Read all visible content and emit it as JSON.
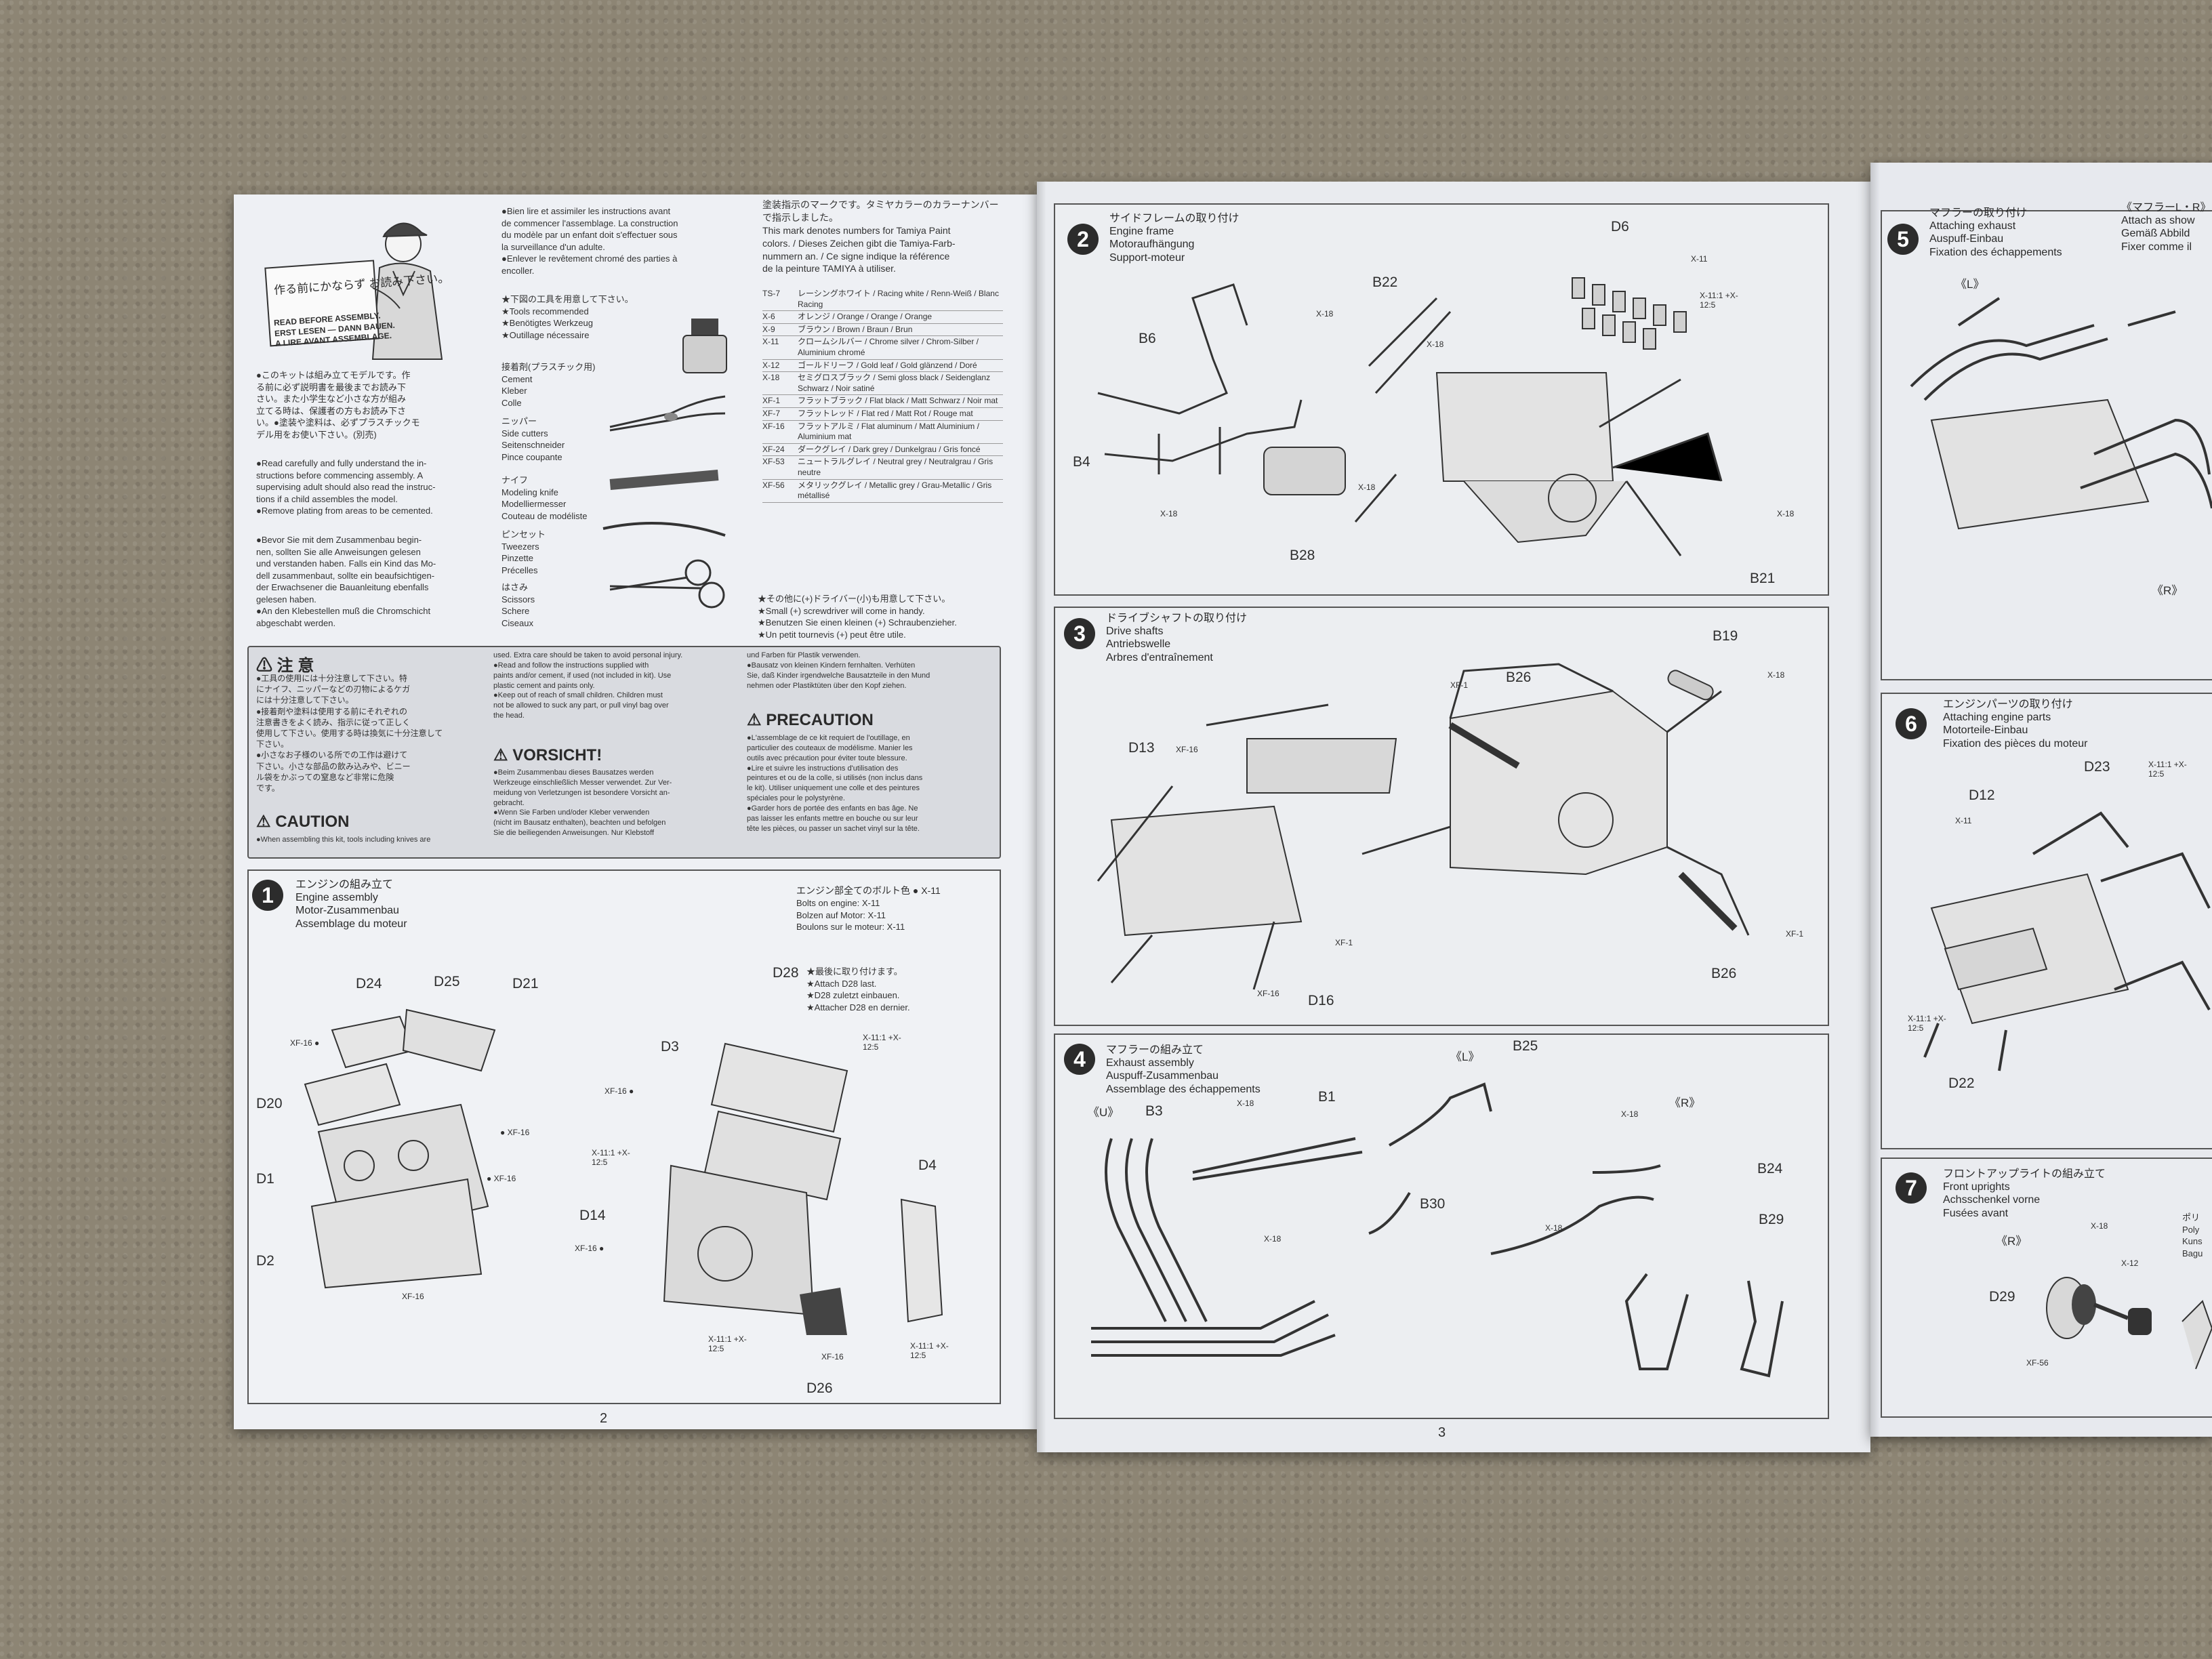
{
  "page2": {
    "number": "2",
    "intro": {
      "sign_jp": "作る前にかならず お読み下さい。",
      "sign_lines": [
        "READ BEFORE ASSEMBLY.",
        "ERST LESEN — DANN BAUEN.",
        "A LIRE AVANT ASSEMBLAGE."
      ],
      "jp_text": [
        "●このキットは組み立てモデルです。作",
        "る前に必ず説明書を最後までお読み下",
        "さい。また小学生など小さな方が組み",
        "立てる時は、保護者の方もお読み下さ",
        "い。●塗装や塗料は、必ずプラスチックモ",
        "デル用をお使い下さい。(別売)"
      ],
      "en_text": [
        "●Read carefully and fully understand the in-",
        "structions before commencing assembly. A",
        "supervising adult should also read the instruc-",
        "tions if a child assembles the model.",
        "●Remove plating from areas to be cemented."
      ],
      "de_text": [
        "●Bevor Sie mit dem Zusammenbau begin-",
        "nen, sollten Sie alle Anweisungen gelesen",
        "und verstanden haben. Falls ein Kind das Mo-",
        "dell zusammenbaut, sollte ein beaufsichtigen-",
        "der Erwachsener die Bauanleitung ebenfalls",
        "gelesen haben.",
        "●An den Klebestellen muß die Chromschicht",
        "abgeschabt werden."
      ],
      "fr_text": [
        "●Bien lire et assimiler les instructions avant",
        "de commencer l'assemblage. La construction",
        "du modèle par un enfant doit s'effectuer sous",
        "la surveillance d'un adulte.",
        "●Enlever le revêtement chromé des parties à",
        "encoller."
      ]
    },
    "tools": {
      "header_jp": "★下図の工具を用意して下さい。",
      "header": [
        "★Tools recommended",
        "★Benötigtes Werkzeug",
        "★Outillage nécessaire"
      ],
      "items": [
        {
          "jp": "接着剤(プラスチック用)",
          "names": [
            "Cement",
            "Kleber",
            "Colle"
          ]
        },
        {
          "jp": "ニッパー",
          "names": [
            "Side cutters",
            "Seitenschneider",
            "Pince coupante"
          ]
        },
        {
          "jp": "ナイフ",
          "names": [
            "Modeling knife",
            "Modelliermesser",
            "Couteau de modéliste"
          ]
        },
        {
          "jp": "ピンセット",
          "names": [
            "Tweezers",
            "Pinzette",
            "Précelles"
          ]
        },
        {
          "jp": "はさみ",
          "names": [
            "Scissors",
            "Schere",
            "Ciseaux"
          ]
        }
      ],
      "footnote": [
        "★その他に(+)ドライバー(小)も用意して下さい。",
        "★Small (+) screwdriver will come in handy.",
        "★Benutzen Sie einen kleinen (+) Schraubenzieher.",
        "★Un petit tournevis (+) peut être utile."
      ]
    },
    "paint": {
      "header_jp": "塗装指示のマークです。タミヤカラーのカラーナンバーで指示しました。",
      "header": [
        "This mark denotes numbers for Tamiya Paint",
        "colors. / Dieses Zeichen gibt die Tamiya-Farb-",
        "nummern an. / Ce signe indique la référence",
        "de la peinture TAMIYA à utiliser."
      ],
      "rows": [
        {
          "code": "TS-7",
          "name": "レーシングホワイト / Racing white / Renn-Weiß / Blanc Racing"
        },
        {
          "code": "X-6",
          "name": "オレンジ / Orange / Orange / Orange"
        },
        {
          "code": "X-9",
          "name": "ブラウン / Brown / Braun / Brun"
        },
        {
          "code": "X-11",
          "name": "クロームシルバー / Chrome silver / Chrom-Silber / Aluminium chromé"
        },
        {
          "code": "X-12",
          "name": "ゴールドリーフ / Gold leaf / Gold glänzend / Doré"
        },
        {
          "code": "X-18",
          "name": "セミグロスブラック / Semi gloss black / Seidenglanz Schwarz / Noir satiné"
        },
        {
          "code": "XF-1",
          "name": "フラットブラック / Flat black / Matt Schwarz / Noir mat"
        },
        {
          "code": "XF-7",
          "name": "フラットレッド / Flat red / Matt Rot / Rouge mat"
        },
        {
          "code": "XF-16",
          "name": "フラットアルミ / Flat aluminum / Matt Aluminium / Aluminium mat"
        },
        {
          "code": "XF-24",
          "name": "ダークグレイ / Dark grey / Dunkelgrau / Gris foncé"
        },
        {
          "code": "XF-53",
          "name": "ニュートラルグレイ / Neutral grey / Neutralgrau / Gris neutre"
        },
        {
          "code": "XF-56",
          "name": "メタリックグレイ / Metallic grey / Grau-Metallic / Gris métallisé"
        }
      ]
    },
    "caution": {
      "title_jp": "注 意",
      "jp_text": [
        "●工具の使用には十分注意して下さい。特",
        "にナイフ、ニッパーなどの刃物によるケガ",
        "には十分注意して下さい。",
        "●接着剤や塗料は使用する前にそれぞれの",
        "注意書きをよく読み、指示に従って正しく",
        "使用して下さい。使用する時は換気に十分注意して",
        "下さい。",
        "●小さなお子様のいる所での工作は避けて",
        "下さい。小さな部品の飲み込みや、ビニー",
        "ル袋をかぶっての窒息など非常に危険",
        "です。"
      ],
      "caution_label": "CAUTION",
      "caution_text": [
        "●When assembling this kit, tools including knives are",
        "used. Extra care should be taken to avoid personal injury.",
        "●Read and follow the instructions supplied with",
        "paints and/or cement, if used (not included in kit). Use",
        "plastic cement and paints only.",
        "●Keep out of reach of small children. Children must",
        "not be allowed to suck any part, or pull vinyl bag over",
        "the head."
      ],
      "vorsicht_label": "VORSICHT!",
      "vorsicht_text": [
        "●Beim Zusammenbau dieses Bausatzes werden",
        "Werkzeuge einschließlich Messer verwendet. Zur Ver-",
        "meidung von Verletzungen ist besondere Vorsicht an-",
        "gebracht.",
        "●Wenn Sie Farben und/oder Kleber verwenden",
        "(nicht im Bausatz enthalten), beachten und befolgen",
        "Sie die beiliegenden Anweisungen. Nur Klebstoff",
        "und Farben für Plastik verwenden.",
        "●Bausatz von kleinen Kindern fernhalten. Verhüten",
        "Sie, daß Kinder irgendwelche Bausatzteile in den Mund",
        "nehmen oder Plastiktüten über den Kopf ziehen."
      ],
      "precaution_label": "PRECAUTION",
      "precaution_text": [
        "●L'assemblage de ce kit requiert de l'outillage, en",
        "particulier des couteaux de modélisme. Manier les",
        "outils avec précaution pour éviter toute blessure.",
        "●Lire et suivre les instructions d'utilisation des",
        "peintures et ou de la colle, si utilisés (non inclus dans",
        "le kit). Utiliser uniquement une colle et des peintures",
        "spéciales pour le polystyrène.",
        "●Garder hors de portée des enfants en bas âge. Ne",
        "pas laisser les enfants mettre en bouche ou sur leur",
        "tête les pièces, ou passer un sachet vinyl sur la tête."
      ]
    },
    "step1": {
      "num": "1",
      "title_jp": "エンジンの組み立て",
      "titles": [
        "Engine assembly",
        "Motor-Zusammenbau",
        "Assemblage du moteur"
      ],
      "bolts_jp": "エンジン部全てのボルト色",
      "bolts_paint": "X-11",
      "bolts": [
        "Bolts on engine: X-11",
        "Bolzen auf Motor: X-11",
        "Boulons sur le moteur: X-11"
      ],
      "d28_note": [
        "★最後に取り付けます。",
        "★Attach D28 last.",
        "★D28 zuletzt einbauen.",
        "★Attacher D28 en dernier."
      ],
      "labels": {
        "d24": "D24",
        "d25": "D25",
        "d21": "D21",
        "d20": "D20",
        "d1": "D1",
        "d2": "D2",
        "d3": "D3",
        "d28": "D28",
        "d14": "D14",
        "d4": "D4",
        "d26": "D26"
      },
      "callouts": {
        "xf16_a": "XF-16",
        "xf16_b": "XF-16",
        "xf16_c": "XF-16",
        "xf16_d": "XF-16",
        "xf16_e": "XF-16",
        "xf16_f": "XF-16",
        "xf16_g": "XF-16",
        "mix_a": "X-11:1 +X-12:5",
        "mix_b": "X-11:1 +X-12:5",
        "mix_c": "X-11:1 +X-12:5",
        "mix_d": "X-11:1 +X-12:5"
      }
    }
  },
  "page3": {
    "number": "3",
    "step2": {
      "num": "2",
      "title_jp": "サイドフレームの取り付け",
      "titles": [
        "Engine frame",
        "Motoraufhängung",
        "Support-moteur"
      ],
      "labels": {
        "d6": "D6",
        "b22": "B22",
        "b6": "B6",
        "b4": "B4",
        "b28": "B28",
        "b21": "B21"
      },
      "callouts": {
        "x18_a": "X-18",
        "x18_b": "X-18",
        "x18_c": "X-18",
        "x18_d": "X-18",
        "x18_e": "X-18",
        "x11": "X-11",
        "mix": "X-11:1 +X-12:5"
      }
    },
    "step3": {
      "num": "3",
      "title_jp": "ドライブシャフトの取り付け",
      "titles": [
        "Drive shafts",
        "Antriebswelle",
        "Arbres d'entraînement"
      ],
      "labels": {
        "b19": "B19",
        "b26_a": "B26",
        "b26_b": "B26",
        "d13": "D13",
        "d16": "D16"
      },
      "callouts": {
        "x18": "X-18",
        "xf1_a": "XF-1",
        "xf1_b": "XF-1",
        "xf1_c": "XF-1",
        "xf16_a": "XF-16",
        "xf16_b": "XF-16"
      }
    },
    "step4": {
      "num": "4",
      "title_jp": "マフラーの組み立て",
      "titles": [
        "Exhaust assembly",
        "Auspuff-Zusammenbau",
        "Assemblage des échappements"
      ],
      "labels": {
        "u": "《U》",
        "l": "《L》",
        "r": "《R》",
        "b3": "B3",
        "b1": "B1",
        "b25": "B25",
        "b24": "B24",
        "b30": "B30",
        "b29": "B29"
      },
      "callouts": {
        "x18_a": "X-18",
        "x18_b": "X-18",
        "x18_c": "X-18",
        "x18_d": "X-18"
      }
    }
  },
  "page4": {
    "step5": {
      "num": "5",
      "title_jp": "マフラーの取り付け",
      "titles": [
        "Attaching exhaust",
        "Auspuff-Einbau",
        "Fixation des échappements"
      ],
      "side_header": "《マフラーL・R》",
      "side_text": [
        "Attach as show",
        "Gemäß Abbild",
        "Fixer comme il"
      ],
      "labels": {
        "l": "《L》",
        "r": "《R》"
      }
    },
    "step6": {
      "num": "6",
      "title_jp": "エンジンパーツの取り付け",
      "titles": [
        "Attaching engine parts",
        "Motorteile-Einbau",
        "Fixation des pièces du moteur"
      ],
      "labels": {
        "d12": "D12",
        "d23": "D23",
        "d22": "D22"
      },
      "callouts": {
        "x11": "X-11",
        "mix_a": "X-11:1 +X-12:5",
        "mix_b": "X-11:1 +X-12:5"
      }
    },
    "step7": {
      "num": "7",
      "title_jp": "フロントアップライトの組み立て",
      "titles": [
        "Front uprights",
        "Achsschenkel vorne",
        "Fusées avant"
      ],
      "labels": {
        "r": "《R》",
        "d29": "D29"
      },
      "callouts": {
        "x18": "X-18",
        "x12": "X-12",
        "xf56": "XF-56"
      },
      "side_text": [
        "ポリ",
        "Poly",
        "Kuns",
        "Bagu"
      ]
    }
  }
}
